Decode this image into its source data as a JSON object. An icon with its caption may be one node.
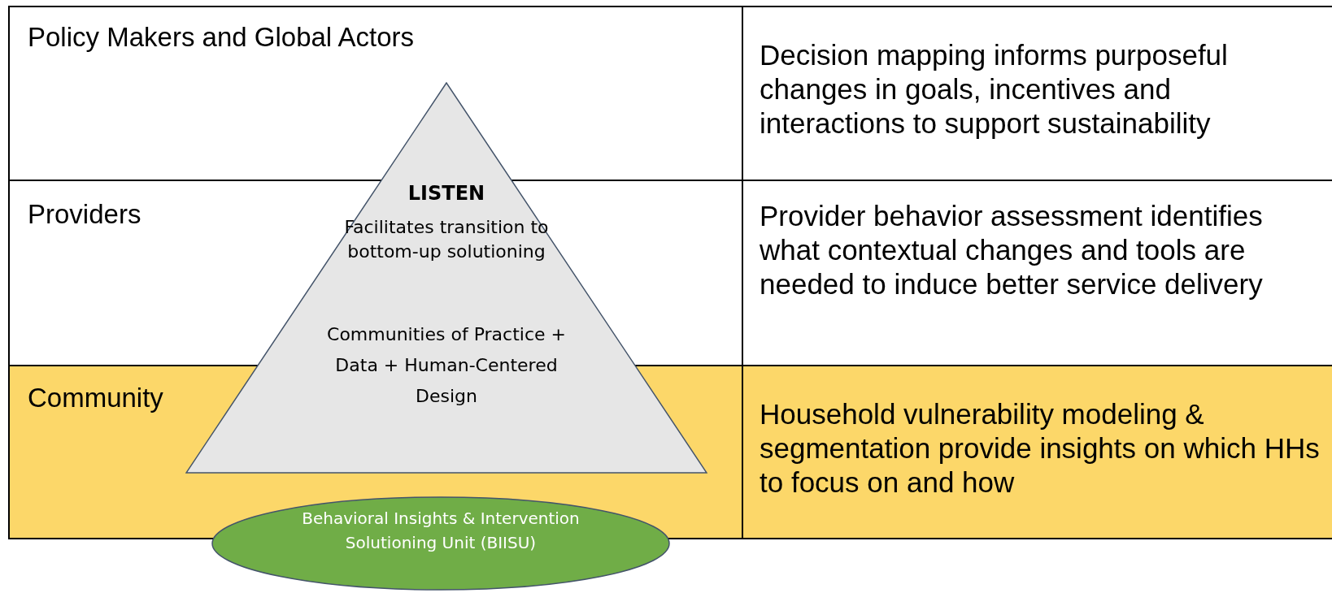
{
  "diagram": {
    "nodes": [
      {
        "text": [
          "Policy Makers and Global Actors"
        ]
      },
      {
        "text": [
          "Decision mapping informs purposeful changes in goals, incentives and interactions to support sustainability"
        ]
      },
      {
        "text": [
          "Providers"
        ]
      },
      {
        "text": [
          "Provider behavior assessment identifies what contextual changes and tools are needed to induce better service delivery"
        ]
      },
      {
        "text": [
          "Community"
        ]
      },
      {
        "text": [
          "Household vulnerability modeling & segmentation provide insights on which HHs to focus on and how"
        ]
      },
      {
        "text": [
          "LISTEN",
          "Facilitates transition to bottom-up solutioning",
          "Communities of Practice + Data + Human-Centered Design"
        ]
      },
      {
        "text": [
          "Behavioral Insights & Intervention Solutioning Unit (BIISU)"
        ]
      }
    ]
  }
}
